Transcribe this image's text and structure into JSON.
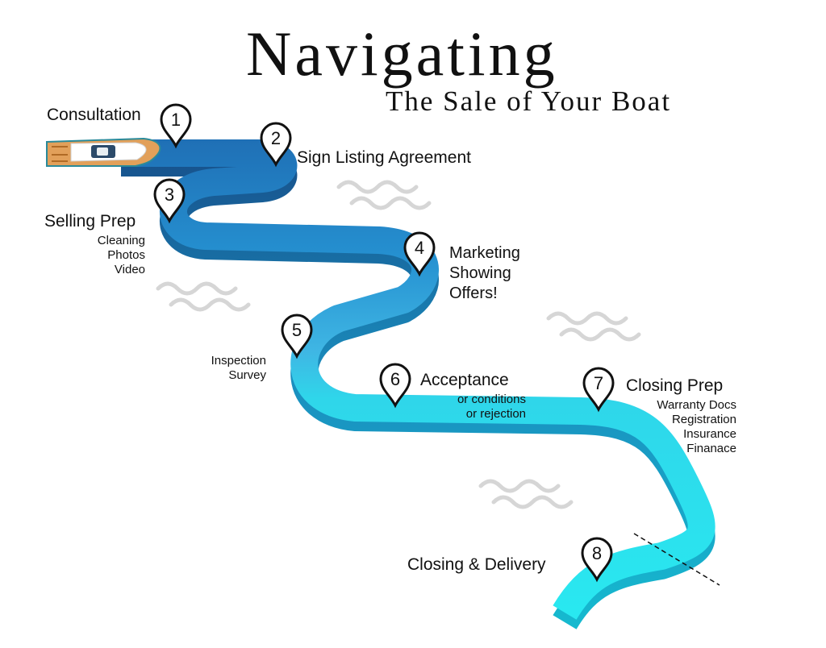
{
  "title": {
    "main": "Navigating",
    "subtitle": "The Sale of Your Boat"
  },
  "steps": [
    {
      "number": "1",
      "label": "Consultation",
      "details": []
    },
    {
      "number": "2",
      "label": "Sign Listing Agreement",
      "details": []
    },
    {
      "number": "3",
      "label": "Selling Prep",
      "details": [
        "Cleaning",
        "Photos",
        "Video"
      ]
    },
    {
      "number": "4",
      "label": "",
      "details": [
        "Marketing",
        "Showing",
        "Offers!"
      ]
    },
    {
      "number": "5",
      "label": "",
      "details": [
        "Inspection",
        "Survey"
      ]
    },
    {
      "number": "6",
      "label": "Acceptance",
      "details": [
        "or conditions",
        "or rejection"
      ]
    },
    {
      "number": "7",
      "label": "Closing Prep",
      "details": [
        "Warranty Docs",
        "Registration",
        "Insurance",
        "Finanace"
      ]
    },
    {
      "number": "8",
      "label": "Closing & Delivery",
      "details": []
    }
  ],
  "colors": {
    "river_dark": "#1f73b8",
    "river_mid": "#3aa9df",
    "river_light": "#27e6ef",
    "river_side": "#1493c4",
    "waves": "#d6d6d6",
    "boat_hull": "#e2a05a",
    "pin_stroke": "#111111"
  }
}
